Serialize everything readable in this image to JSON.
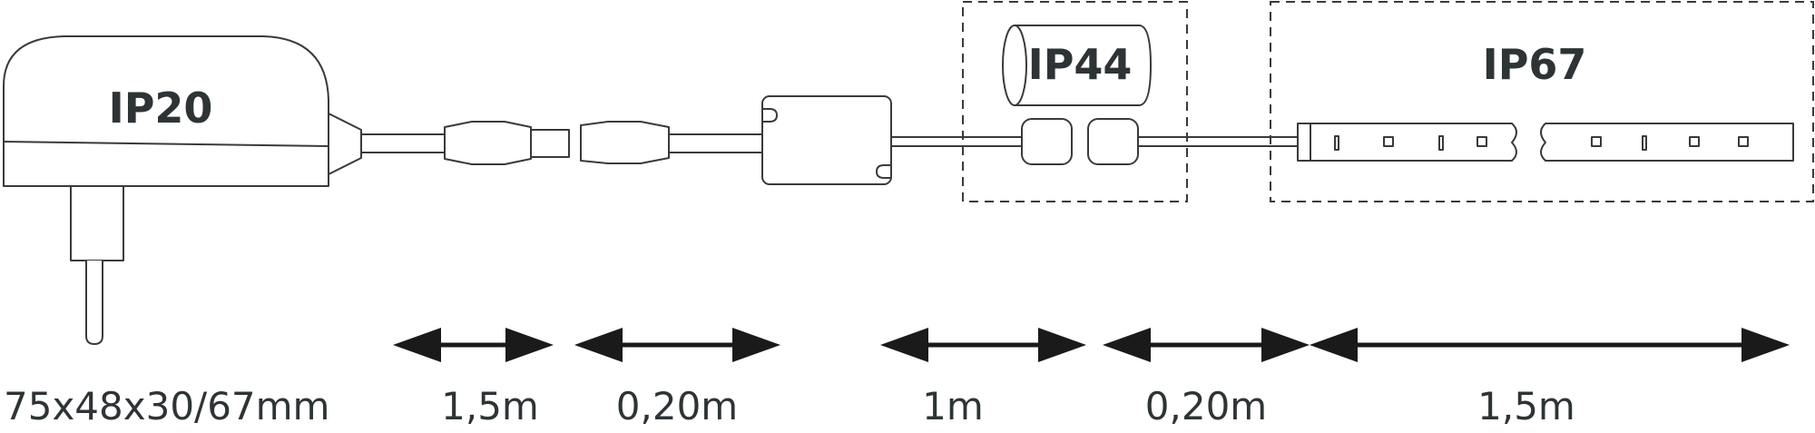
{
  "zones": {
    "adapter_rating": "IP20",
    "connector_rating": "IP44",
    "strip_rating": "IP67"
  },
  "dimensions": {
    "adapter_size": "75x48x30/67mm",
    "cable_1": "1,5m",
    "cable_2": "0,20m",
    "cable_3": "1m",
    "cable_4": "0,20m",
    "strip_length": "1,5m"
  },
  "colors": {
    "line": "#3a3a3a",
    "text": "#2e3436",
    "arrow": "#1a1a1a"
  }
}
